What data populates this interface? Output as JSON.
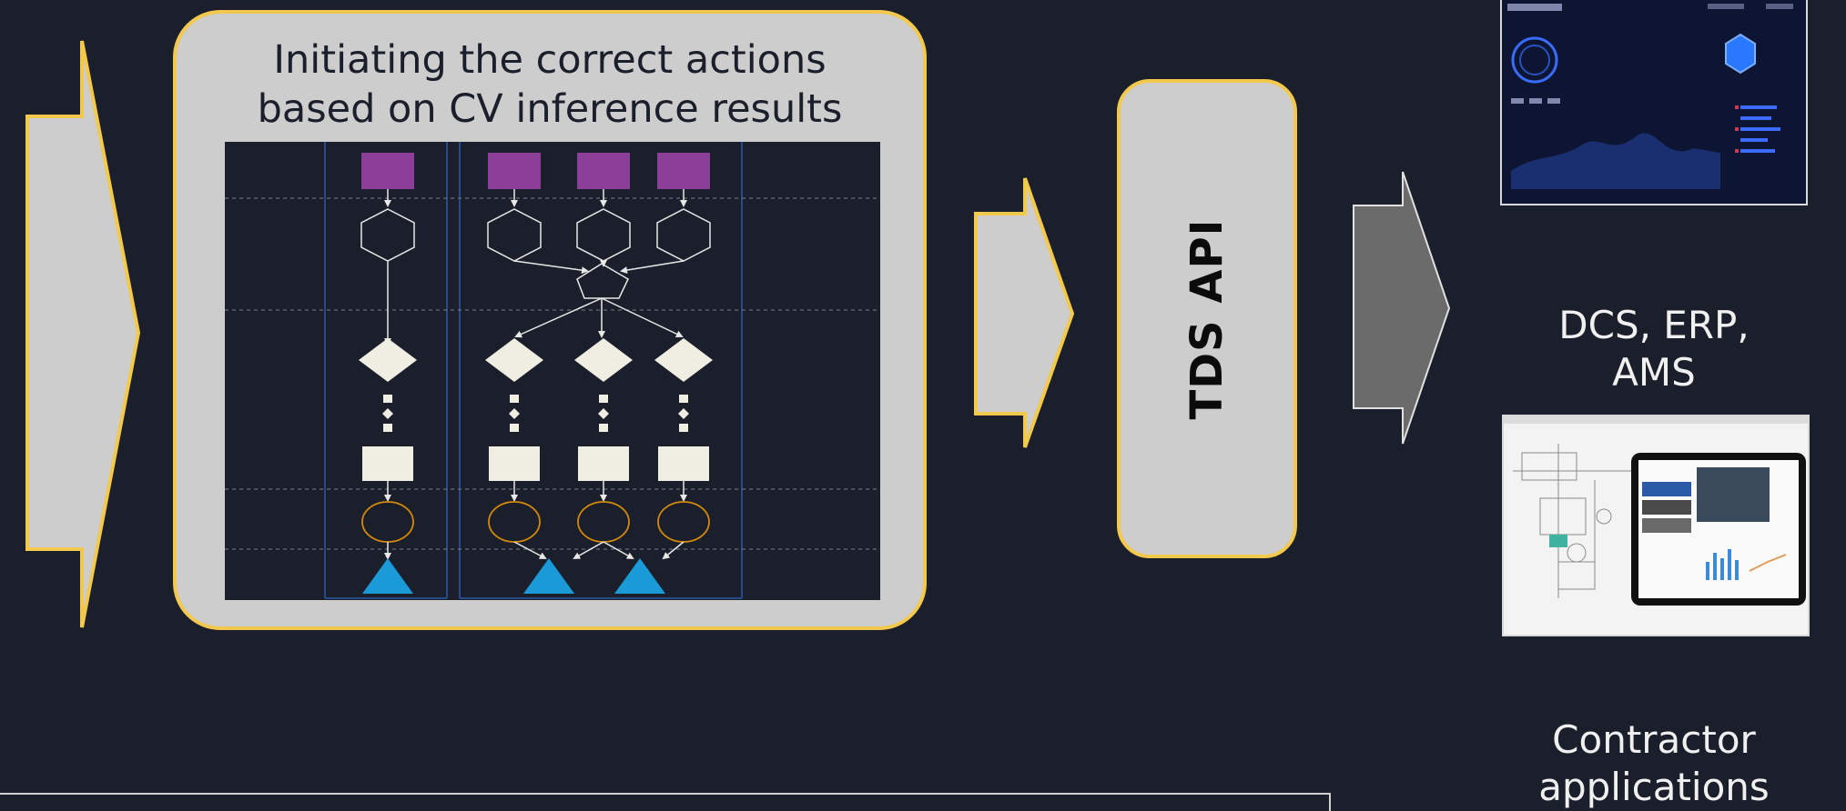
{
  "main_panel": {
    "title_line1": "Initiating the correct actions",
    "title_line2": "based on CV inference results"
  },
  "api": {
    "label": "TDS API"
  },
  "outputs": {
    "dcs_line1": "DCS, ERP,",
    "dcs_line2": "AMS",
    "contractor_line1": "Contractor",
    "contractor_line2": "applications"
  },
  "colors": {
    "background": "#1b1f2b",
    "accent_border": "#f2c94c",
    "panel": "#cdcdcd",
    "purple_node": "#8b3f98",
    "triangle_node": "#1a9ad6",
    "circle_node": "#d4890a",
    "light_node": "#f0ede2",
    "dark_arrow": "#6b6b6b"
  },
  "icons": {
    "input_arrow": "chevron-arrow-icon",
    "output_arrow": "chevron-arrow-icon",
    "dashboard": "dashboard-screenshot",
    "contractor": "contractor-app-screenshot"
  }
}
